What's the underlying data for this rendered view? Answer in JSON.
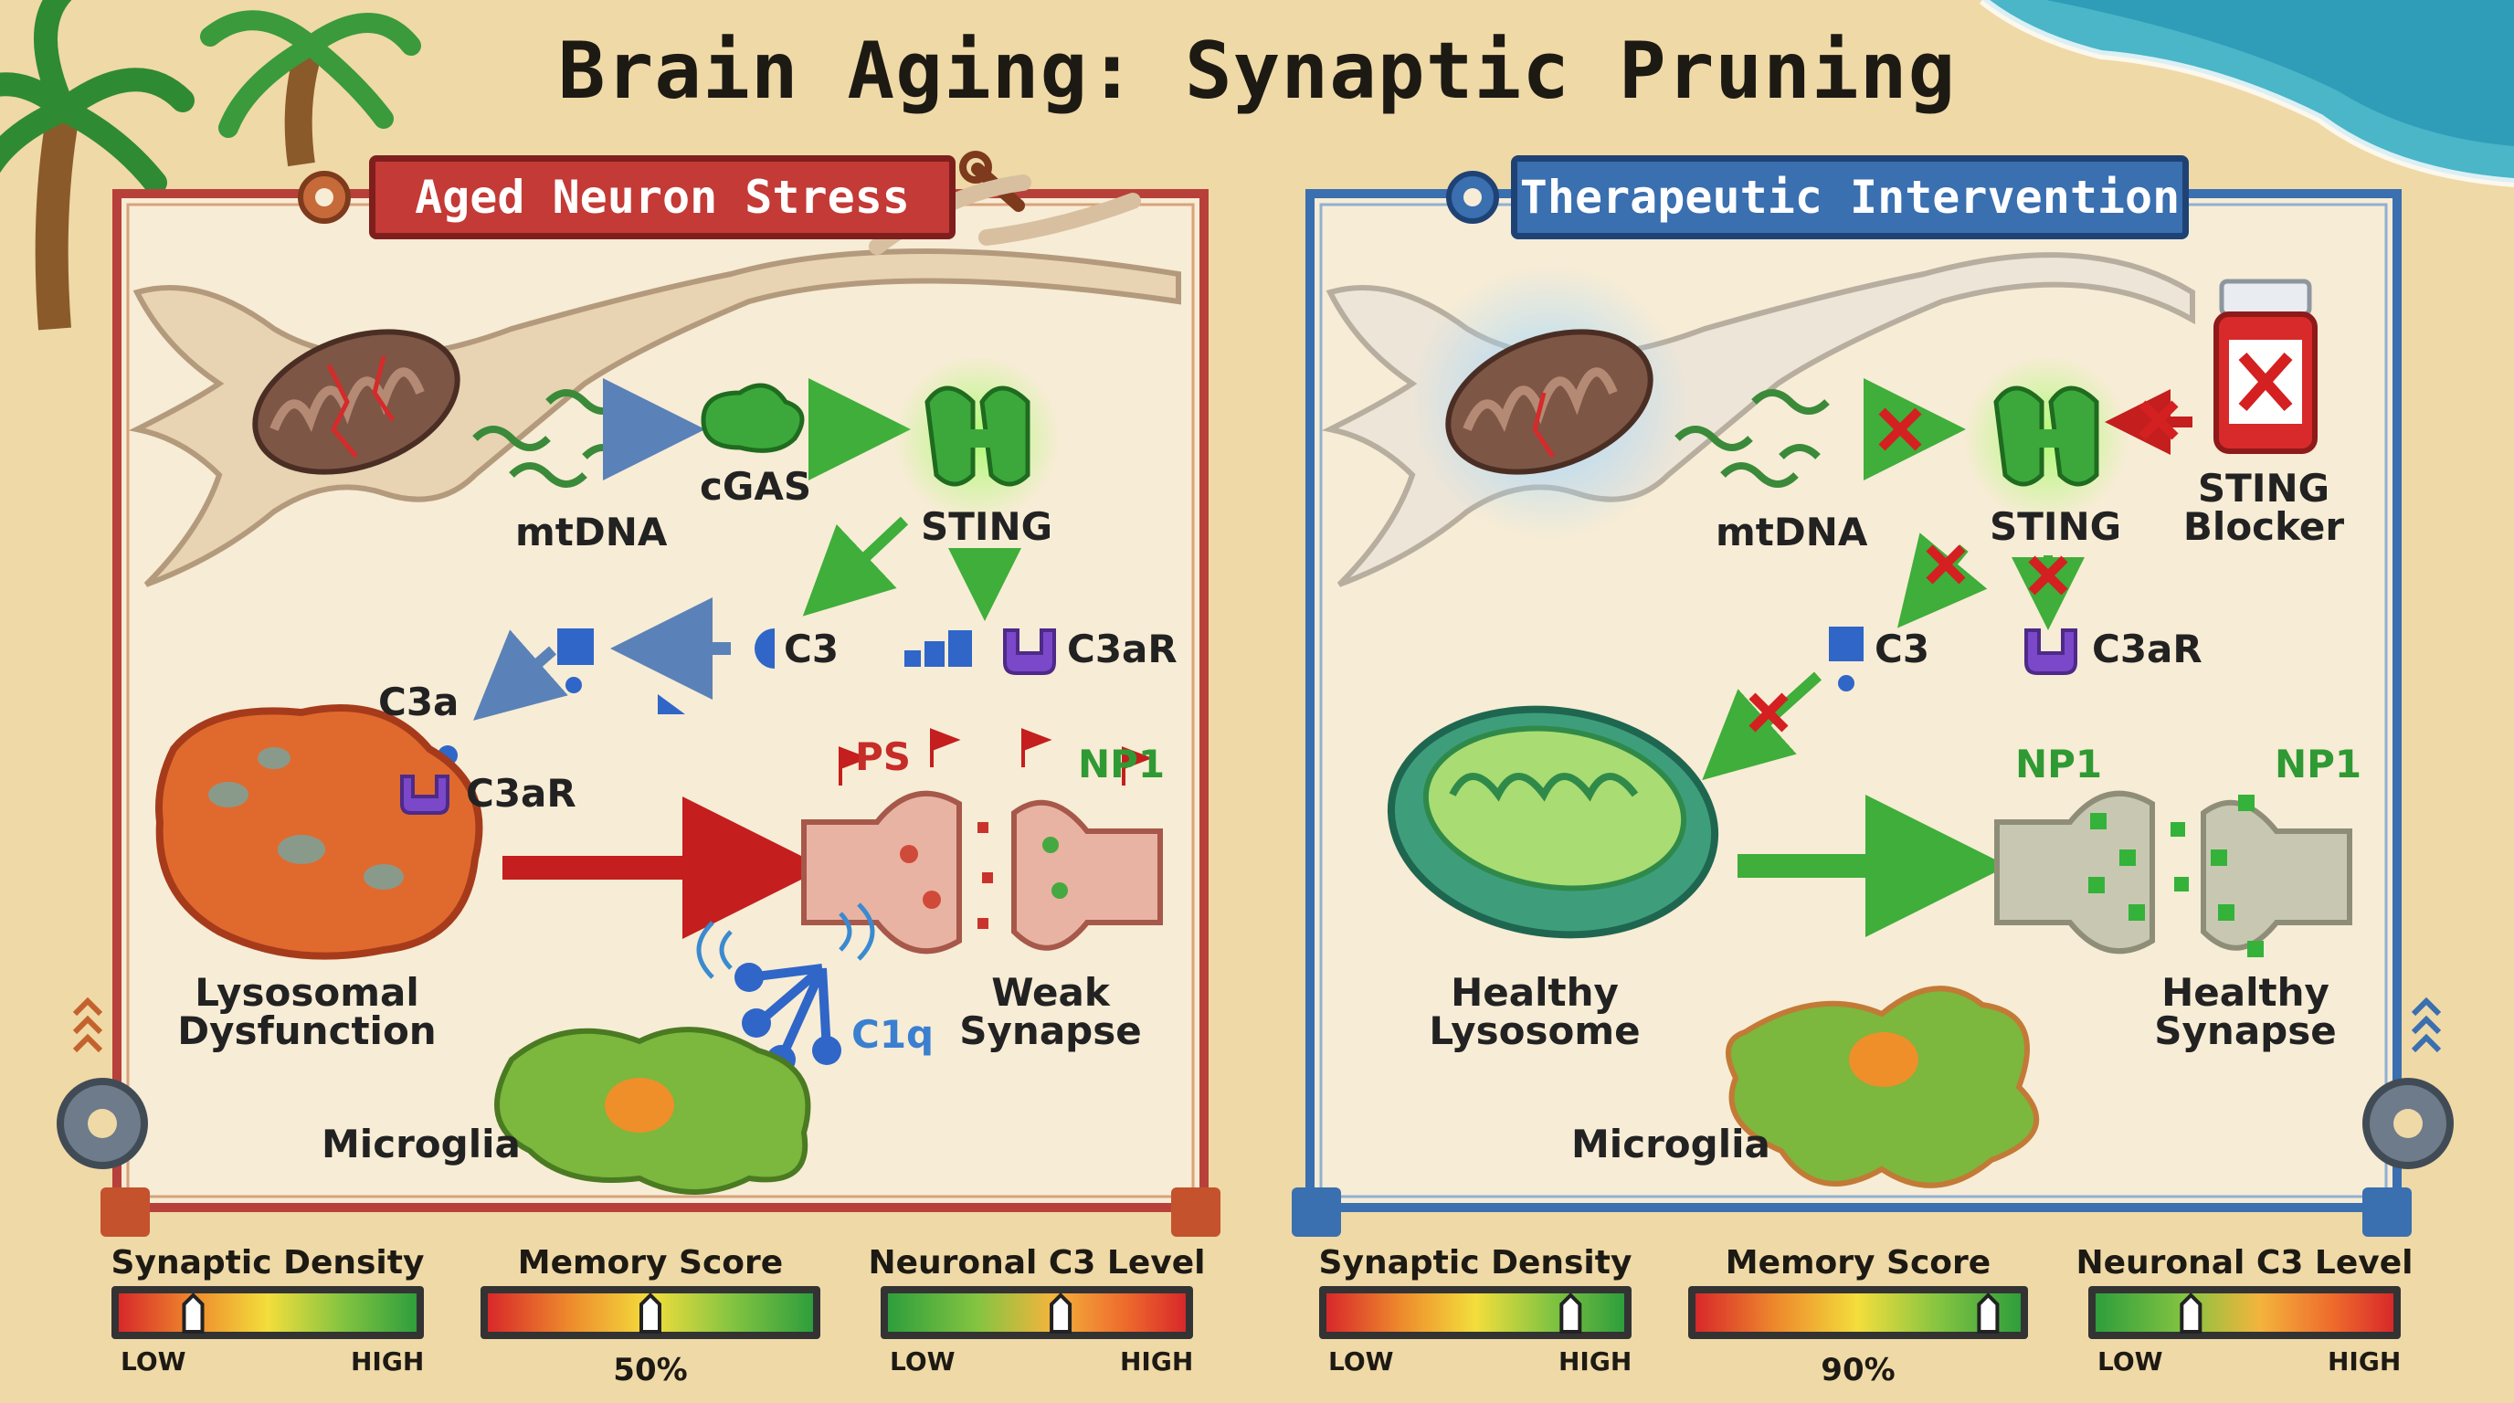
{
  "title": "Brain Aging: Synaptic Pruning",
  "colors": {
    "sand": "#efd9a6",
    "panel_bg": "#f7ecd5",
    "left_accent": "#c43a36",
    "right_accent": "#3a6fb0",
    "arrow_green": "#3fae3a",
    "arrow_blue": "#5a82b8",
    "arrow_red": "#c41e1e"
  },
  "left_panel": {
    "title": "Aged Neuron Stress",
    "labels": {
      "mtdna": "mtDNA",
      "cgas": "cGAS",
      "sting": "STING",
      "c3": "C3",
      "c3a": "C3a",
      "c3ar_top": "C3aR",
      "c3ar_lysosome": "C3aR",
      "lysosome": [
        "Lysosomal",
        "Dysfunction"
      ],
      "ps": "PS",
      "np1": "NP1",
      "synapse": [
        "Weak",
        "Synapse"
      ],
      "c1q": "C1q",
      "microglia": "Microglia"
    },
    "icons": [
      "gear-icon",
      "wrench-icon",
      "arrows-up-icon",
      "gear-icon",
      "restart-icon"
    ]
  },
  "right_panel": {
    "title": "Therapeutic Intervention",
    "labels": {
      "mtdna": "mtDNA",
      "sting": "STING",
      "blocker": [
        "STING",
        "Blocker"
      ],
      "c3": "C3",
      "c3ar": "C3aR",
      "np1_left": "NP1",
      "np1_right": "NP1",
      "lysosome": [
        "Healthy",
        "Lysosome"
      ],
      "synapse": [
        "Healthy",
        "Synapse"
      ],
      "microglia": "Microglia"
    },
    "icons": [
      "gear-icon",
      "arrows-up-icon",
      "gear-icon",
      "restart-icon",
      "pill-bottle-icon",
      "block-x-icon"
    ]
  },
  "gauges": {
    "left": [
      {
        "title": "Synaptic Density",
        "low": "LOW",
        "high": "HIGH",
        "level": 0.25,
        "scale": "red-to-green"
      },
      {
        "title": "Memory Score",
        "value_label": "50%",
        "level": 0.5,
        "scale": "red-to-green"
      },
      {
        "title": "Neuronal C3 Level",
        "low": "LOW",
        "high": "HIGH",
        "level": 0.58,
        "scale": "green-to-red"
      }
    ],
    "right": [
      {
        "title": "Synaptic Density",
        "low": "LOW",
        "high": "HIGH",
        "level": 0.82,
        "scale": "red-to-green"
      },
      {
        "title": "Memory Score",
        "value_label": "90%",
        "level": 0.9,
        "scale": "red-to-green"
      },
      {
        "title": "Neuronal C3 Level",
        "low": "LOW",
        "high": "HIGH",
        "level": 0.32,
        "scale": "green-to-red"
      }
    ]
  }
}
